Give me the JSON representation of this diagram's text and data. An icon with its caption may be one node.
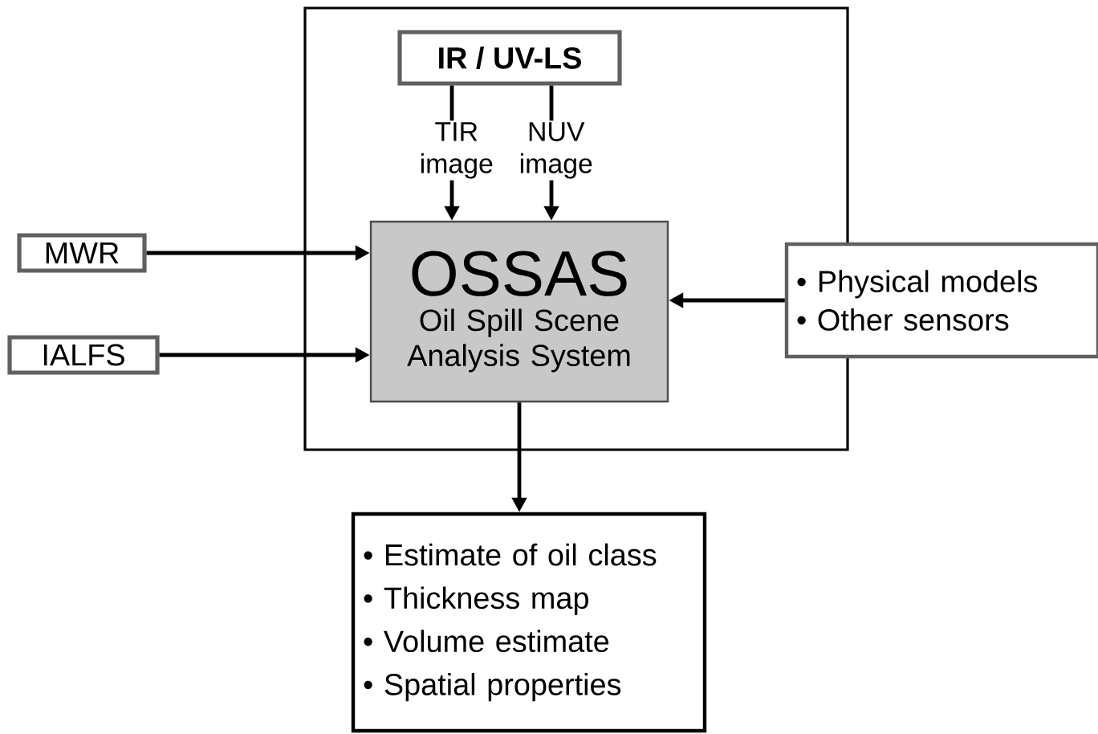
{
  "diagram": {
    "nodes": [
      {
        "text": [],
        "shape": "box"
      },
      {
        "text": [
          "IR / UV-LS"
        ],
        "in": 0
      },
      {
        "text": [
          "OSSAS",
          "Oil Spill Scene Analysis System"
        ],
        "in": 0
      },
      {
        "text": [
          "MWR"
        ]
      },
      {
        "text": [
          "IALFS"
        ]
      },
      {
        "text": [
          "• Physical models",
          "• Other sensors"
        ]
      },
      {
        "text": [
          "• Estimate of oil class",
          "• Thickness map",
          "• Volume estimate",
          "• Spatial properties"
        ]
      }
    ],
    "edges": [
      {
        "from": 1,
        "to": 2,
        "arrow": "to",
        "label": "TIR image"
      },
      {
        "from": 1,
        "to": 2,
        "arrow": "to",
        "label": "NUV image"
      },
      {
        "from": 3,
        "to": 2,
        "arrow": "to"
      },
      {
        "from": 4,
        "to": 2,
        "arrow": "to"
      },
      {
        "from": 5,
        "to": 2,
        "arrow": "to"
      },
      {
        "from": 2,
        "to": 6,
        "arrow": "to"
      }
    ]
  }
}
